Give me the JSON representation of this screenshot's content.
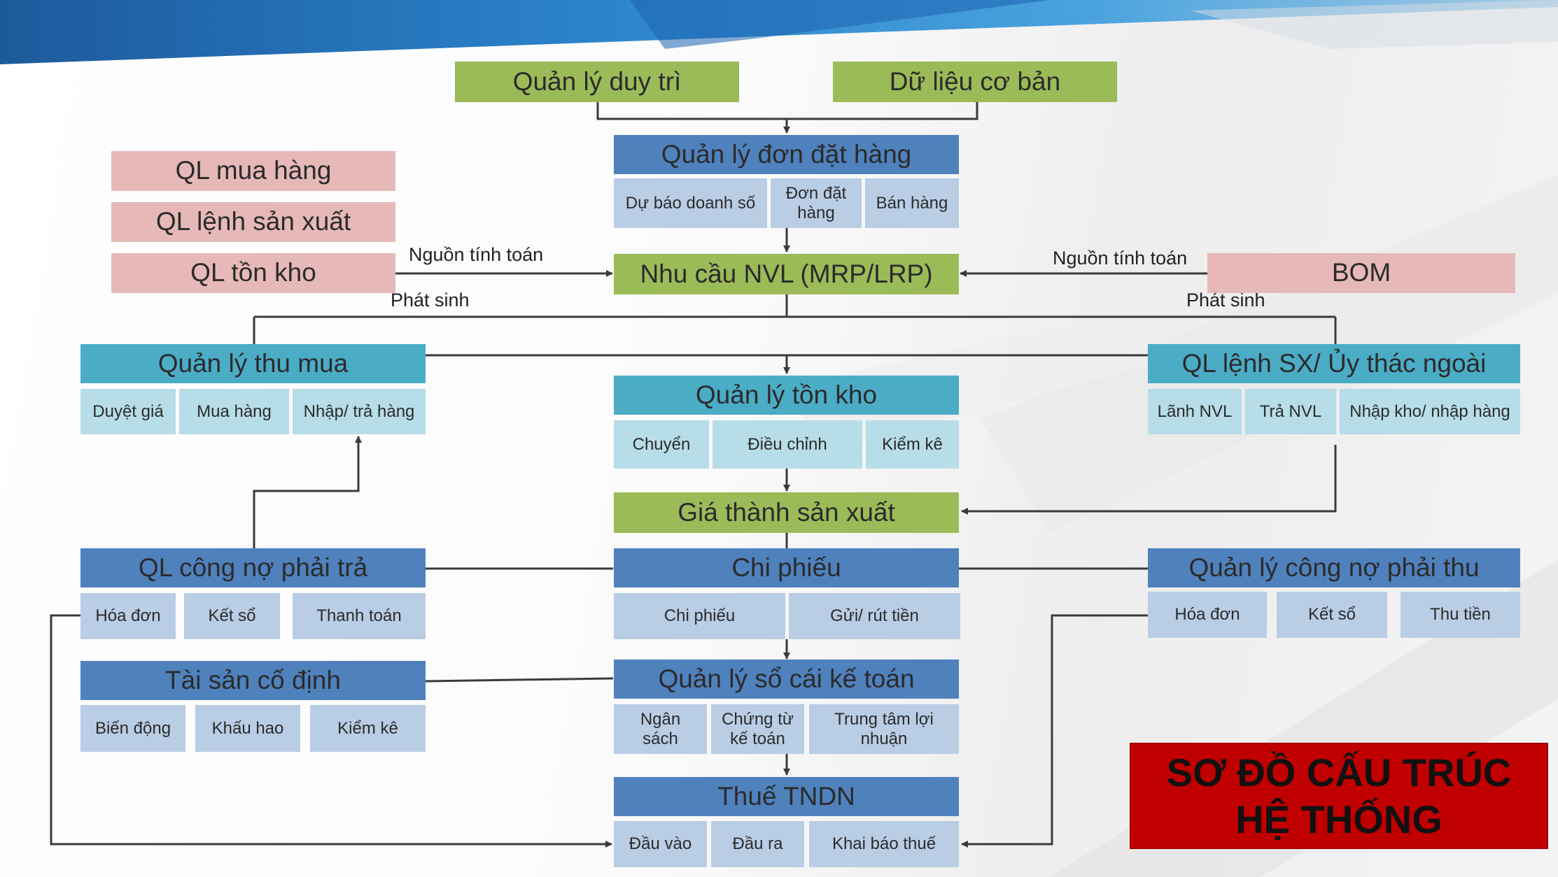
{
  "top": {
    "maintenance": "Quản lý duy trì",
    "basic_data": "Dữ liệu cơ bản"
  },
  "order_mgmt": {
    "title": "Quản lý đơn đặt hàng",
    "items": [
      "Dự báo doanh số",
      "Đơn đặt hàng",
      "Bán hàng"
    ]
  },
  "left_modules": [
    "QL mua hàng",
    "QL lệnh sản xuất",
    "QL tồn kho"
  ],
  "mrp": "Nhu cầu NVL (MRP/LRP)",
  "bom": "BOM",
  "labels": {
    "source_left": "Nguồn tính toán",
    "source_right": "Nguồn tính toán",
    "arise_left": "Phát sinh",
    "arise_right": "Phát sinh"
  },
  "purchasing": {
    "title": "Quản lý thu mua",
    "items": [
      "Duyệt giá",
      "Mua hàng",
      "Nhập/ trả hàng"
    ]
  },
  "inventory": {
    "title": "Quản lý tồn kho",
    "items": [
      "Chuyển",
      "Điều chỉnh",
      "Kiểm kê"
    ]
  },
  "production": {
    "title": "QL lệnh SX/ Ủy thác ngoài",
    "items": [
      "Lãnh NVL",
      "Trả NVL",
      "Nhập kho/ nhập hàng"
    ]
  },
  "cost": "Giá thành sản xuất",
  "payable": {
    "title": "QL công nợ phải trả",
    "items": [
      "Hóa đơn",
      "Kết sổ",
      "Thanh toán"
    ]
  },
  "payment": {
    "title": "Chi phiếu",
    "items": [
      "Chi phiếu",
      "Gửi/ rút tiền"
    ]
  },
  "receivable": {
    "title": "Quản lý công nợ phải thu",
    "items": [
      "Hóa đơn",
      "Kết sổ",
      "Thu tiền"
    ]
  },
  "fixed_assets": {
    "title": "Tài sản cố định",
    "items": [
      "Biến động",
      "Khấu hao",
      "Kiểm kê"
    ]
  },
  "ledger": {
    "title": "Quản lý sổ cái kế toán",
    "items": [
      "Ngân sách",
      "Chứng từ kế toán",
      "Trung tâm lợi nhuận"
    ]
  },
  "tax": {
    "title": "Thuế TNDN",
    "items": [
      "Đầu vào",
      "Đầu ra",
      "Khai báo thuế"
    ]
  },
  "title_box": {
    "line1": "SƠ ĐỒ CẤU TRÚC",
    "line2": "HỆ THỐNG"
  },
  "colors": {
    "green": "#9bbb59",
    "pink": "#e6b9b8",
    "teal": "#4bacc6",
    "blue": "#4f81bd",
    "light_teal": "#b7dde8",
    "light_blue": "#b9cde5",
    "red": "#c00000"
  }
}
